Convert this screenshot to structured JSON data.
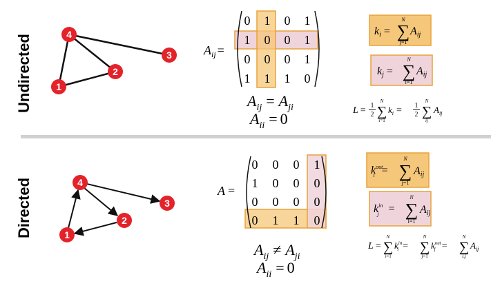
{
  "sections": {
    "undirected": {
      "label": "Undirected",
      "node_labels": [
        "1",
        "2",
        "3",
        "4"
      ],
      "matrix_name": "A",
      "matrix_sub": "ij",
      "matrix": [
        [
          "0",
          "1",
          "0",
          "1"
        ],
        [
          "1",
          "0",
          "0",
          "1"
        ],
        [
          "0",
          "0",
          "0",
          "1"
        ],
        [
          "1",
          "1",
          "1",
          "0"
        ]
      ],
      "prop1": {
        "lhs": "A",
        "lhs_sub": "ij",
        "op": "=",
        "rhs": "A",
        "rhs_sub": "ji"
      },
      "prop2": {
        "lhs": "A",
        "lhs_sub": "ii",
        "op": "=",
        "rhs": "0"
      },
      "degree_out": {
        "var": "k",
        "sub": "i",
        "eq": "=",
        "upper": "N",
        "lower": "j=1",
        "term": "A",
        "term_sub": "ij"
      },
      "degree_in": {
        "var": "k",
        "sub": "j",
        "eq": "=",
        "upper": "N",
        "lower": "i=1",
        "term": "A",
        "term_sub": "ij"
      },
      "links": {
        "var": "L",
        "eq": "=",
        "frac_num": "1",
        "frac_den": "2",
        "upper": "N",
        "lower1": "i=1",
        "term1": "k",
        "term1_sub": "i",
        "eq2": "=",
        "lower2": "ij",
        "term2": "A",
        "term2_sub": "ij"
      }
    },
    "directed": {
      "label": "Directed",
      "node_labels": [
        "1",
        "2",
        "3",
        "4"
      ],
      "matrix_name": "A",
      "matrix": [
        [
          "0",
          "0",
          "0",
          "1"
        ],
        [
          "1",
          "0",
          "0",
          "0"
        ],
        [
          "0",
          "0",
          "0",
          "0"
        ],
        [
          "0",
          "1",
          "1",
          "0"
        ]
      ],
      "prop1": {
        "lhs": "A",
        "lhs_sub": "ij",
        "op": "≠",
        "rhs": "A",
        "rhs_sub": "ji"
      },
      "prop2": {
        "lhs": "A",
        "lhs_sub": "ii",
        "op": "=",
        "rhs": "0"
      },
      "degree_out": {
        "var": "k",
        "sup": "out",
        "sub": "i",
        "eq": "=",
        "upper": "N",
        "lower": "j=1",
        "term": "A",
        "term_sub": "ij"
      },
      "degree_in": {
        "var": "k",
        "sup": "in",
        "sub": "j",
        "eq": "=",
        "upper": "N",
        "lower": "i=1",
        "term": "A",
        "term_sub": "ij"
      },
      "links": {
        "var": "L",
        "eq": "=",
        "upper": "N",
        "lower1": "i=1",
        "k1": "k",
        "k1_sup": "in",
        "k1_sub": "i",
        "lower2": "j=1",
        "k2": "k",
        "k2_sup": "out",
        "k2_sub": "j",
        "lower3": "i,j",
        "term": "A",
        "term_sub": "ij"
      }
    }
  },
  "colors": {
    "node_fill": "#e4222a",
    "highlight_orange": "#f5c77a",
    "highlight_pink": "#f0d4dc",
    "box_border": "#e8a23a",
    "divider": "#d0d0d0"
  }
}
